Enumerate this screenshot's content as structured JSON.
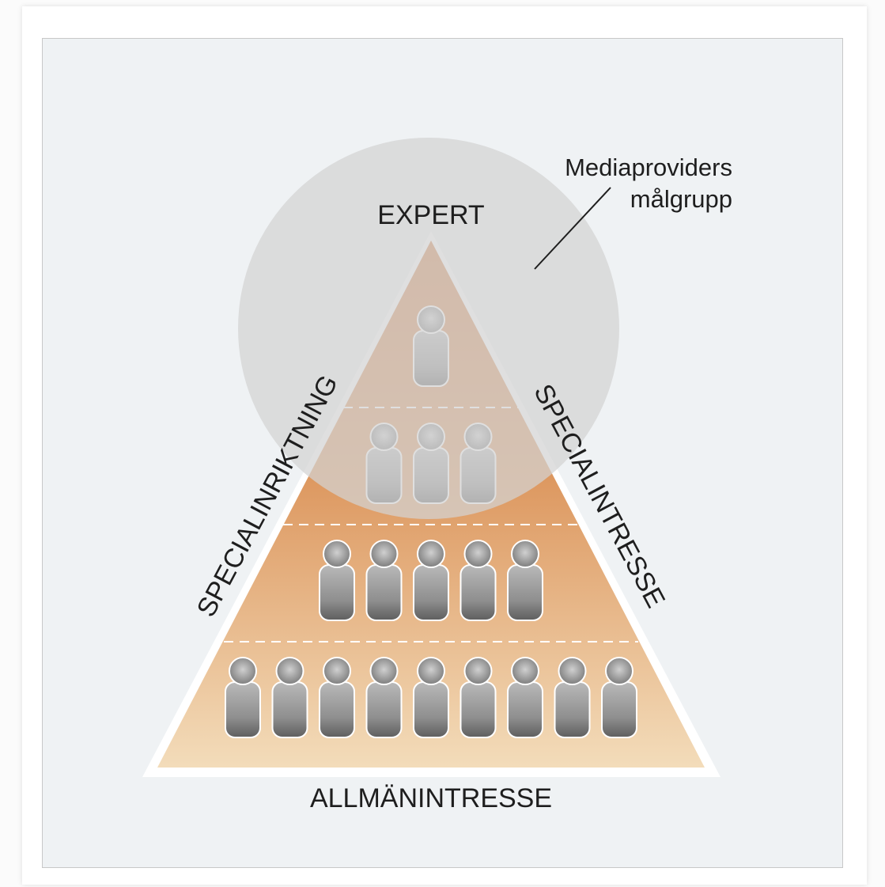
{
  "labels": {
    "expert": "EXPERT",
    "target_group_line1": "Mediaproviders",
    "target_group_line2": "målgrupp",
    "left_side": "SPECIALINRIKTNING",
    "right_side": "SPECIALINTRESSE",
    "base": "ALLMÄNINTRESSE"
  },
  "pyramid": {
    "tiers": [
      {
        "people": 1
      },
      {
        "people": 3
      },
      {
        "people": 5
      },
      {
        "people": 9
      }
    ]
  },
  "colors": {
    "panel_bg": "#eff2f4",
    "pyramid_top": "#d58850",
    "pyramid_bottom": "#f1d6b1",
    "circle": "#d5d5d5",
    "person": "#9a9a9a"
  }
}
